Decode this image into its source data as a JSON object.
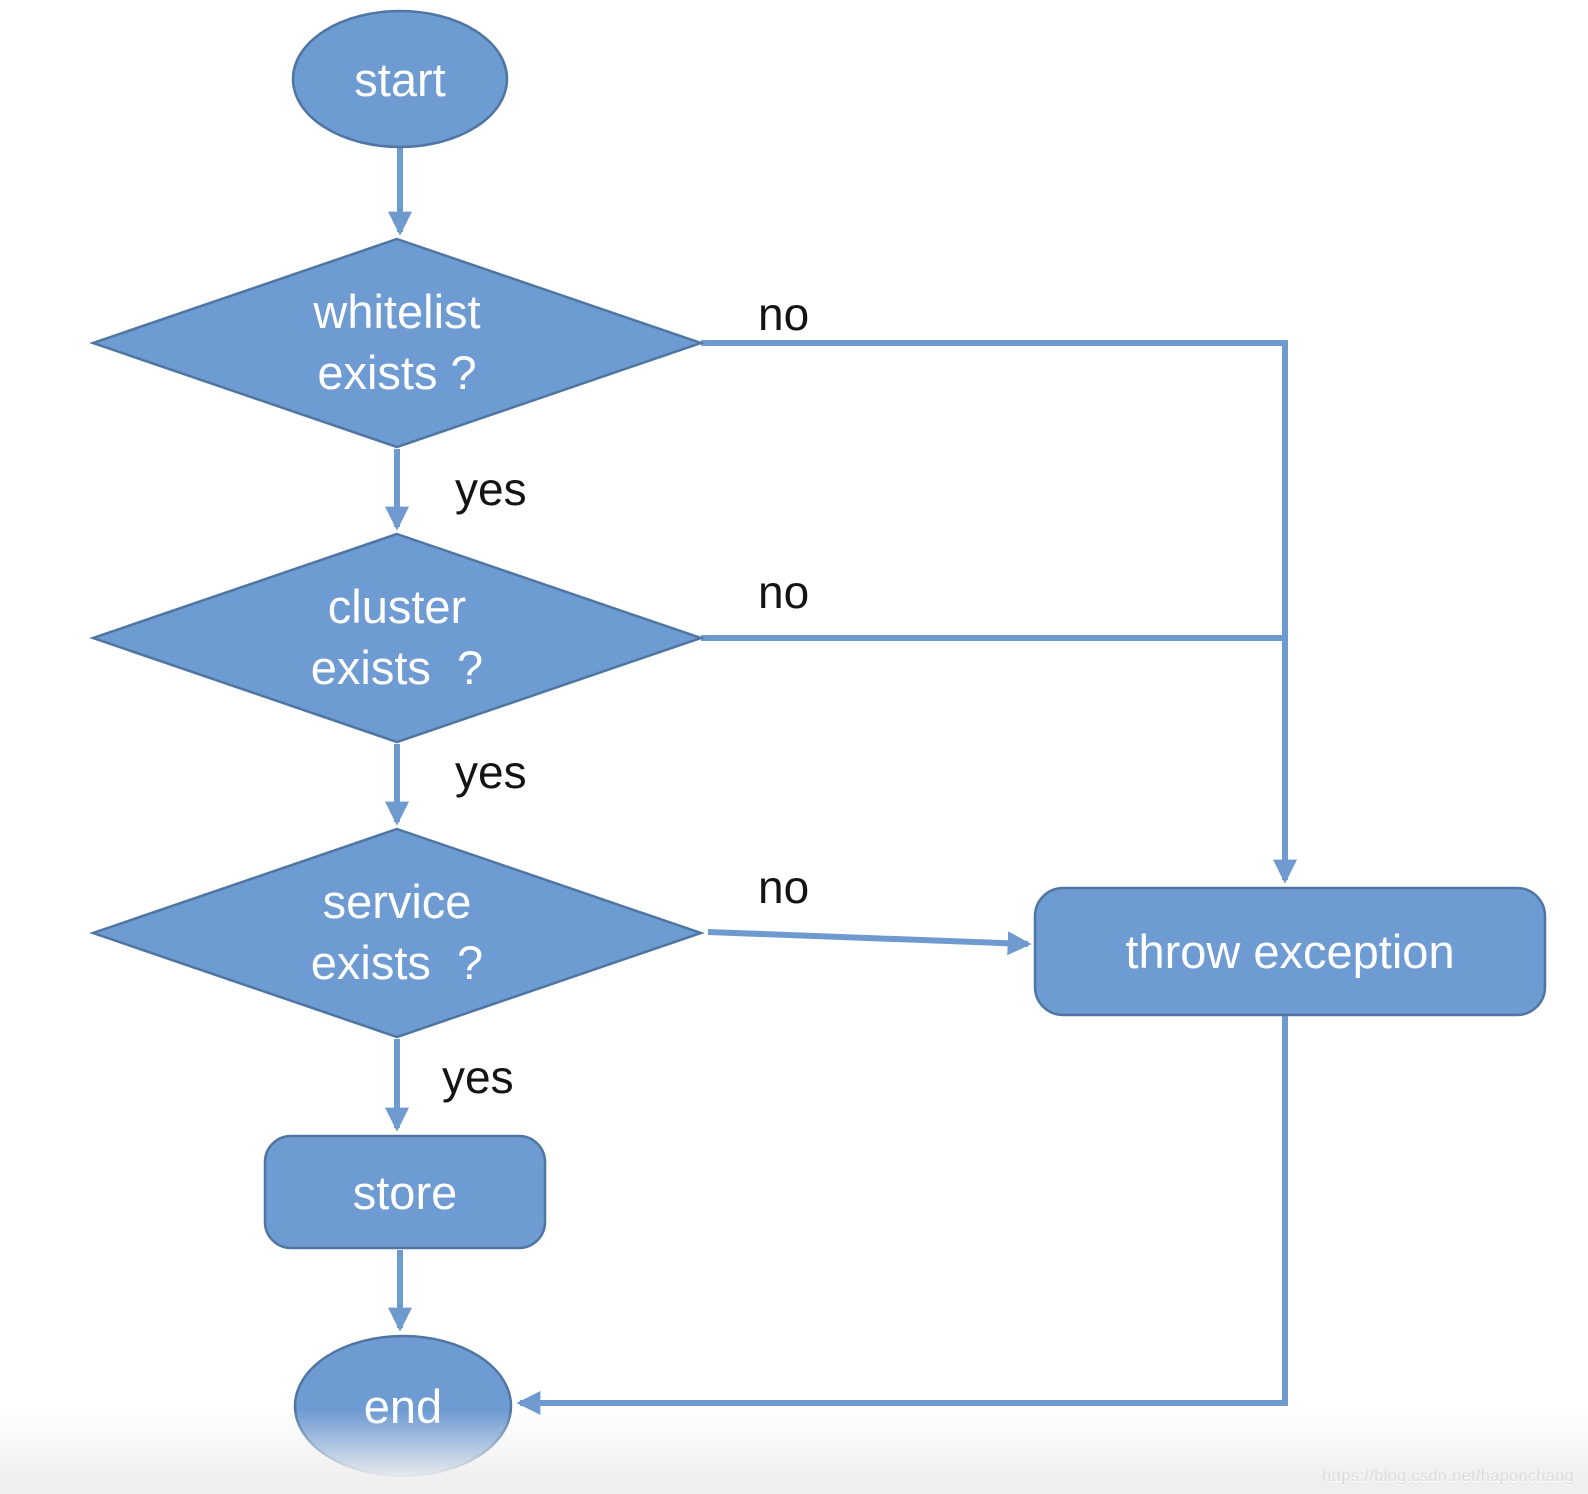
{
  "diagram": {
    "type": "flowchart",
    "nodes": {
      "start": {
        "shape": "ellipse",
        "label": "start"
      },
      "whitelist": {
        "shape": "diamond",
        "line1": "whitelist",
        "line2": "exists ?"
      },
      "cluster": {
        "shape": "diamond",
        "line1": "cluster",
        "line2": "exists  ?"
      },
      "service": {
        "shape": "diamond",
        "line1": "service",
        "line2": "exists  ?"
      },
      "store": {
        "shape": "rounded-rect",
        "label": "store"
      },
      "throw_exception": {
        "shape": "rounded-rect",
        "label": "throw exception"
      },
      "end": {
        "shape": "ellipse",
        "label": "end"
      }
    },
    "edges": [
      {
        "from": "start",
        "to": "whitelist",
        "label": ""
      },
      {
        "from": "whitelist",
        "to": "cluster",
        "label": "yes"
      },
      {
        "from": "whitelist",
        "to": "throw_exception",
        "label": "no"
      },
      {
        "from": "cluster",
        "to": "service",
        "label": "yes"
      },
      {
        "from": "cluster",
        "to": "throw_exception",
        "label": "no"
      },
      {
        "from": "service",
        "to": "store",
        "label": "yes"
      },
      {
        "from": "service",
        "to": "throw_exception",
        "label": "no"
      },
      {
        "from": "store",
        "to": "end",
        "label": ""
      },
      {
        "from": "throw_exception",
        "to": "end",
        "label": ""
      }
    ],
    "colors": {
      "shape_fill": "#6D9BD2",
      "shape_stroke": "#4F76A3",
      "connector": "#6E9ACF",
      "label_text": "#141414",
      "shape_text": "#ffffff",
      "watermark": "#dadada"
    }
  },
  "watermark": {
    "text": "https://blog.csdn.net/haponchang"
  }
}
